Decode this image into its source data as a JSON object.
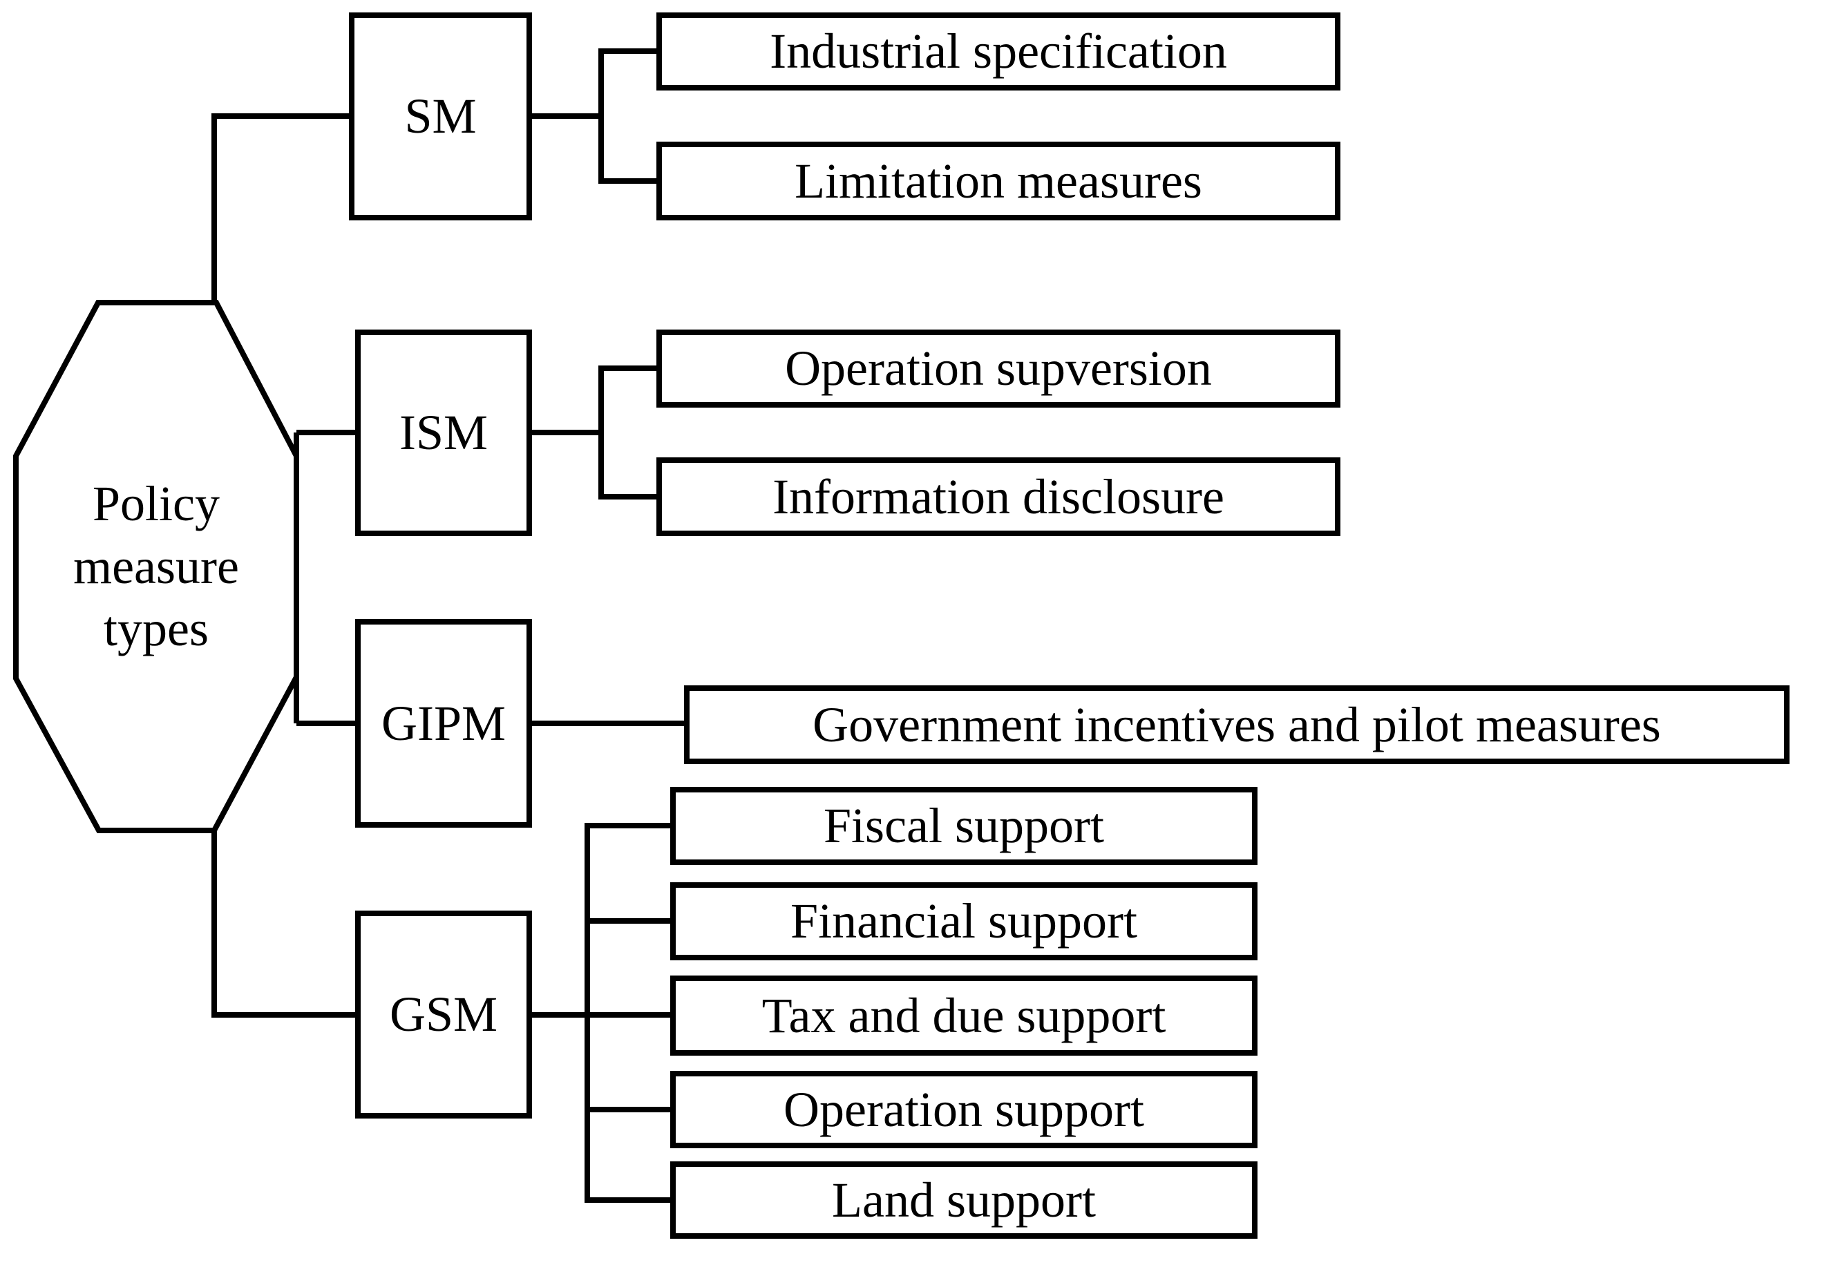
{
  "figure": {
    "title": "Policy measure types tree diagram",
    "colors": {
      "line": "#000000",
      "background": "#ffffff",
      "box_fill": "#ffffff",
      "text": "#000000"
    },
    "root": {
      "label": "Policy measure types",
      "shape": "octagon"
    },
    "branches": [
      {
        "label": "SM",
        "children": [
          {
            "label": "Industrial specification"
          },
          {
            "label": "Limitation measures"
          }
        ]
      },
      {
        "label": "ISM",
        "children": [
          {
            "label": "Operation supversion"
          },
          {
            "label": "Information disclosure"
          }
        ]
      },
      {
        "label": "GIPM",
        "children": [
          {
            "label": "Government incentives and pilot measures"
          }
        ]
      },
      {
        "label": "GSM",
        "children": [
          {
            "label": "Fiscal support"
          },
          {
            "label": "Financial support"
          },
          {
            "label": "Tax and due support"
          },
          {
            "label": "Operation support"
          },
          {
            "label": "Land support"
          }
        ]
      }
    ]
  }
}
